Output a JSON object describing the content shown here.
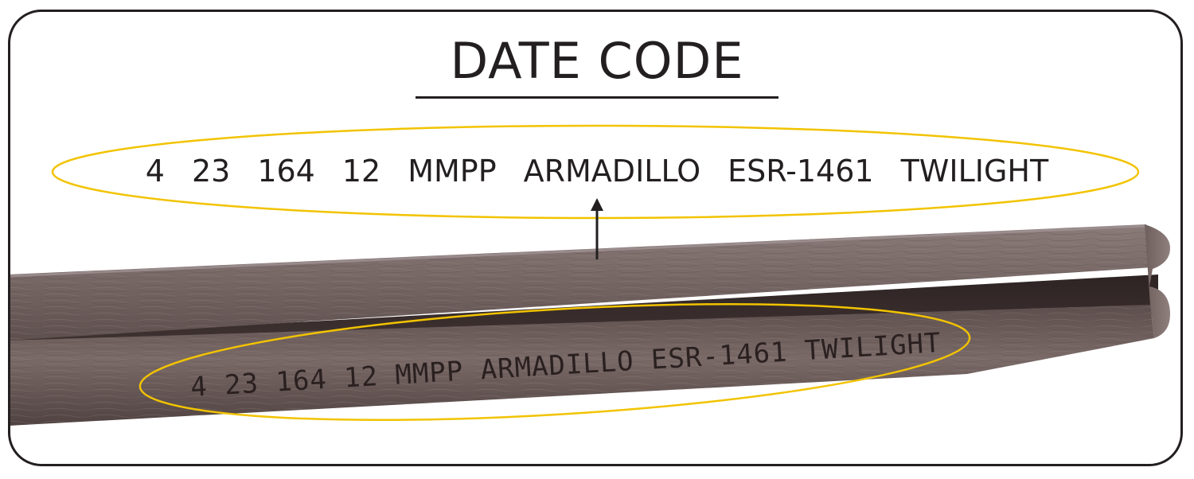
{
  "heading": "DATE CODE",
  "code_fields": [
    "4",
    "23",
    "164",
    "12",
    "MMPP",
    "ARMADILLO",
    "ESR-1461",
    "TWILIGHT"
  ],
  "stamped_text": "4 23 164 12 MMPP ARMADILLO ESR-1461 TWILIGHT",
  "colors": {
    "highlight_ellipse": "#f2c300",
    "board": "#6f5e5c",
    "text": "#231f20"
  },
  "icons": [
    "up-arrow-icon"
  ]
}
